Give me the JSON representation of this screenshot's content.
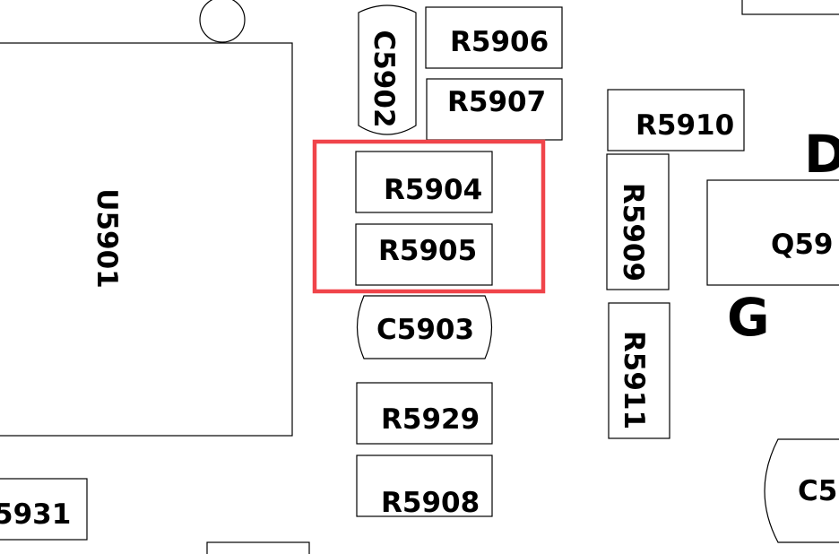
{
  "diagram": {
    "highlight_color": "#f0444a",
    "labels": {
      "u5901": "U5901",
      "c5902": "C5902",
      "r5906": "R5906",
      "r5907": "R5907",
      "r5910": "R5910",
      "d_pin": "D",
      "r5904": "R5904",
      "r5905": "R5905",
      "r5909": "R5909",
      "q59": "Q59",
      "g_pin": "G",
      "c5903": "C5903",
      "r5911": "R5911",
      "r5929": "R5929",
      "r5908": "R5908",
      "r5931_partial": "5931",
      "c5_partial": "C5"
    }
  }
}
